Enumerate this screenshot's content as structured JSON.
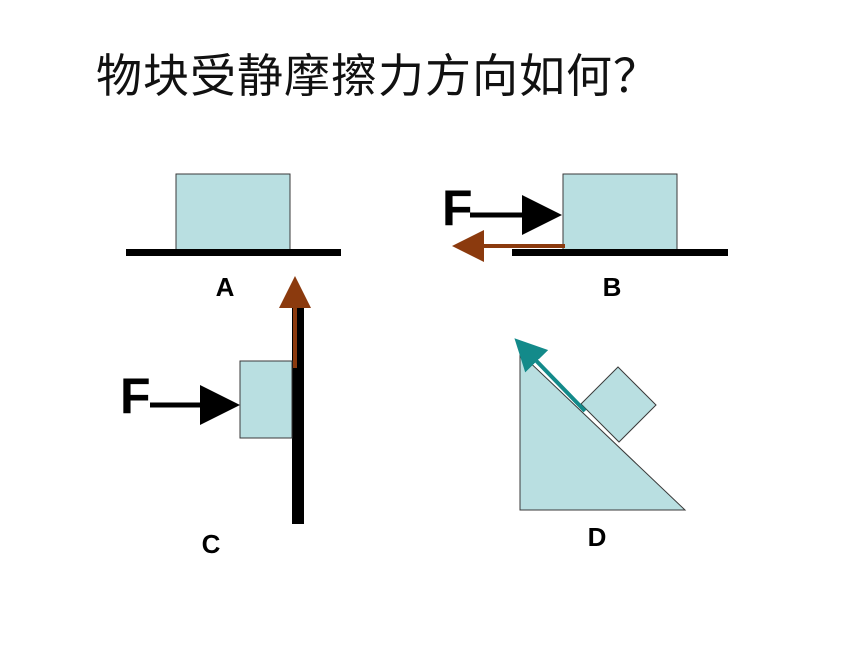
{
  "title": "物块受静摩擦力方向如何？",
  "panels": {
    "a": {
      "label": "A"
    },
    "b": {
      "label": "B",
      "force_label": "F"
    },
    "c": {
      "label": "C",
      "force_label": "F"
    },
    "d": {
      "label": "D"
    }
  },
  "colors": {
    "block_fill": "#b9dfe1",
    "block_stroke": "#3a3a3a",
    "surface": "#000000",
    "friction_arrow_brown": "#8b3a0e",
    "friction_arrow_teal": "#138a8a",
    "force_arrow": "#000000"
  }
}
